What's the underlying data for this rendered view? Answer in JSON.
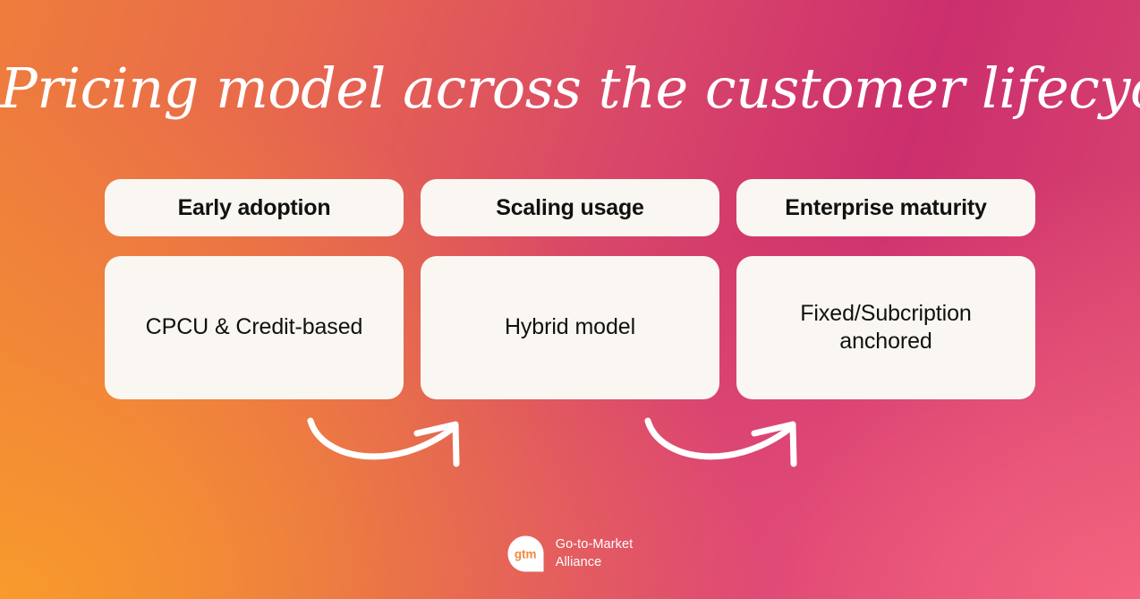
{
  "slide": {
    "title": "Pricing model across the customer lifecycle",
    "background": {
      "top_left": "#ee7d3c",
      "top_right": "#cd336b",
      "bottom_left": "#f7952f",
      "bottom_right": "#f26384"
    }
  },
  "columns": [
    {
      "header": "Early adoption",
      "body": "CPCU & Credit-based"
    },
    {
      "header": "Scaling usage",
      "body": "Hybrid model"
    },
    {
      "header": "Enterprise maturity",
      "body": "Fixed/Subcription anchored"
    }
  ],
  "arrows": [
    {
      "name": "curved-arrow-1"
    },
    {
      "name": "curved-arrow-2"
    }
  ],
  "footer": {
    "logo_mark_text": "gtm",
    "brand_line1": "Go-to-Market",
    "brand_line2": "Alliance",
    "card_color": "#faf7f2",
    "text_color": "#111111",
    "accent_color": "#ef8a3c"
  }
}
